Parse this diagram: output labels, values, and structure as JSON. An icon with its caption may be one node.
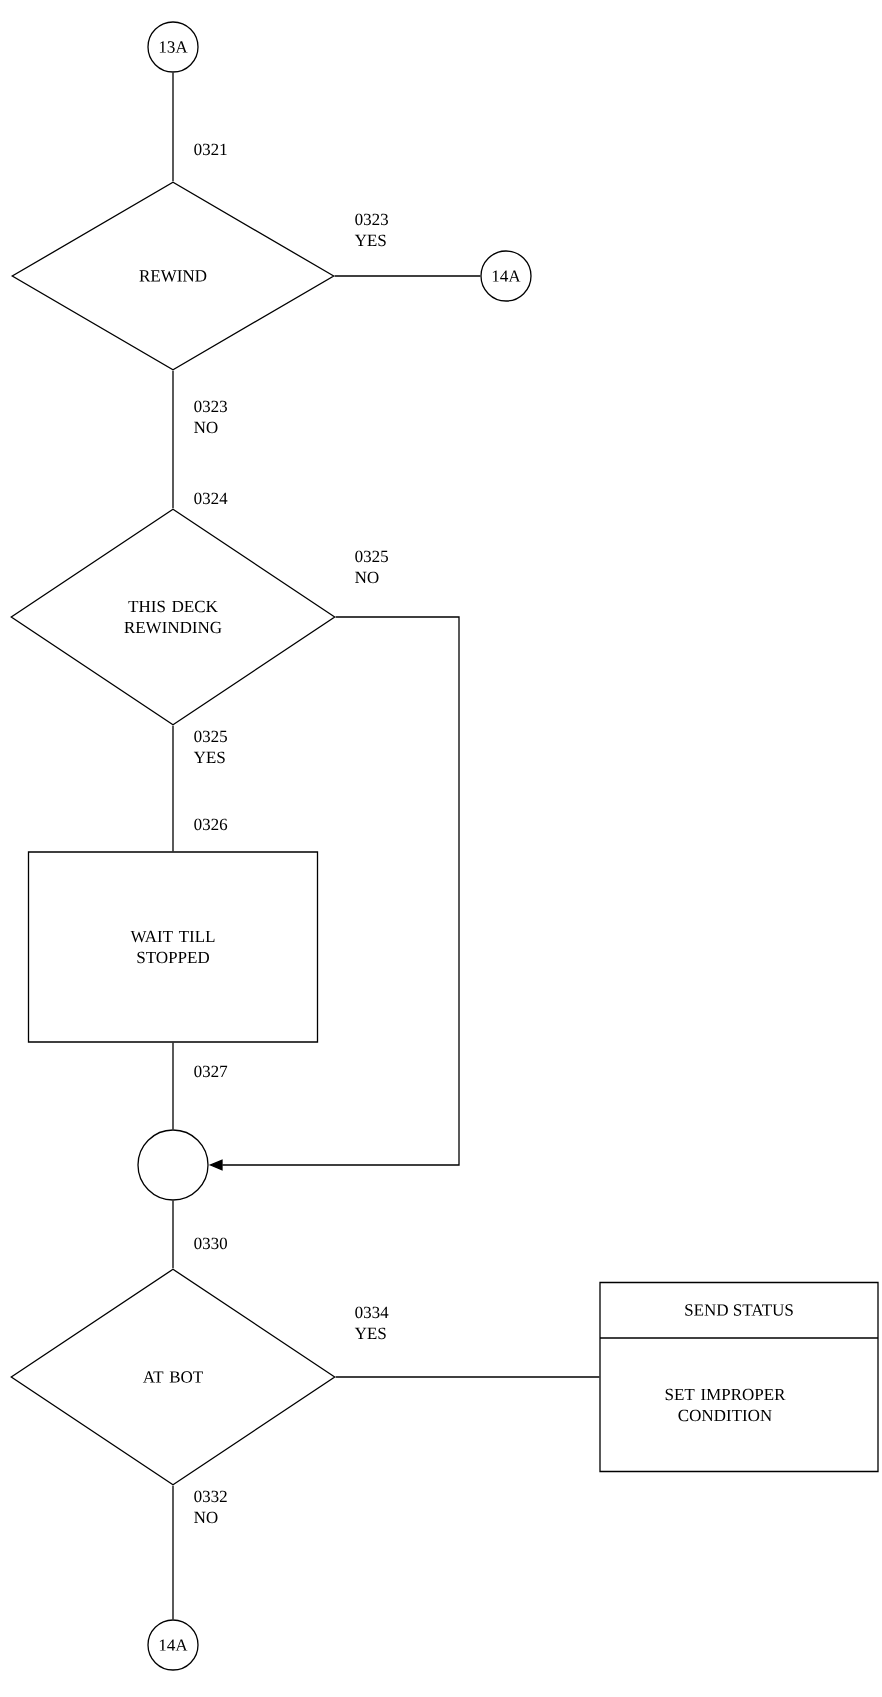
{
  "diagram": {
    "nodes": [
      {
        "text": [
          "13A"
        ]
      },
      {
        "text": [
          "REWIND"
        ],
        "beside": [
          "0321"
        ]
      },
      {
        "text": [
          "14A"
        ]
      },
      {
        "text": [
          "THIS DECK REWINDING"
        ],
        "beside": [
          "0324"
        ]
      },
      {
        "text": [
          "WAIT TILL STOPPED"
        ],
        "beside": [
          "0326"
        ]
      },
      {
        "text": [],
        "shape": "circle"
      },
      {
        "text": [
          "AT BOT"
        ],
        "beside": [
          "0330"
        ]
      },
      {
        "text": [
          "SEND STATUS",
          "SET IMPROPER CONDITION"
        ]
      },
      {
        "text": [
          "14A"
        ]
      }
    ],
    "edges": [
      {
        "from": 0,
        "to": 1,
        "arrow": "none"
      },
      {
        "from": 1,
        "to": 2,
        "arrow": "none",
        "label": "0323 YES"
      },
      {
        "from": 1,
        "to": 3,
        "arrow": "none",
        "label": "0323 NO"
      },
      {
        "from": 3,
        "to": 5,
        "arrow": "to",
        "label": "0325 NO"
      },
      {
        "from": 3,
        "to": 4,
        "arrow": "none",
        "label": "0325 YES"
      },
      {
        "from": 4,
        "to": 5,
        "arrow": "none",
        "label": "0327"
      },
      {
        "from": 5,
        "to": 6,
        "arrow": "none"
      },
      {
        "from": 6,
        "to": 7,
        "arrow": "none",
        "label": "0334 YES"
      },
      {
        "from": 6,
        "to": 8,
        "arrow": "none",
        "label": "0332 NO"
      }
    ]
  }
}
